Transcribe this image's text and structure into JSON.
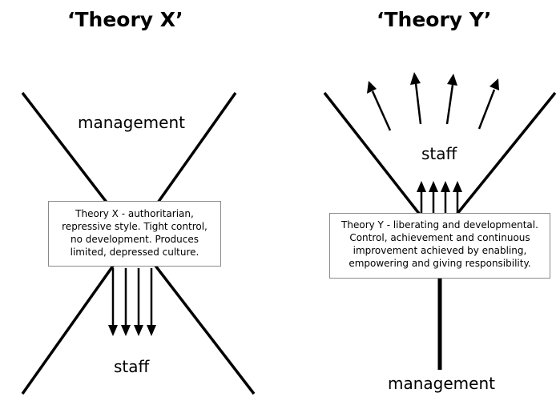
{
  "theory_x": {
    "title": "‘Theory X’",
    "top_label": "management",
    "bottom_label": "staff",
    "description": "Theory X - authoritarian, repressive style.  Tight control, no development.  Produces limited, depressed culture."
  },
  "theory_y": {
    "title": "‘Theory Y’",
    "top_label": "staff",
    "bottom_label": "management",
    "description": "Theory Y - liberating and  developmental. Control, achievement and continuous improvement achieved by enabling, empowering and giving responsibility."
  },
  "colors": {
    "line": "#000000",
    "box_border": "#8a8a8a",
    "background": "#ffffff"
  }
}
